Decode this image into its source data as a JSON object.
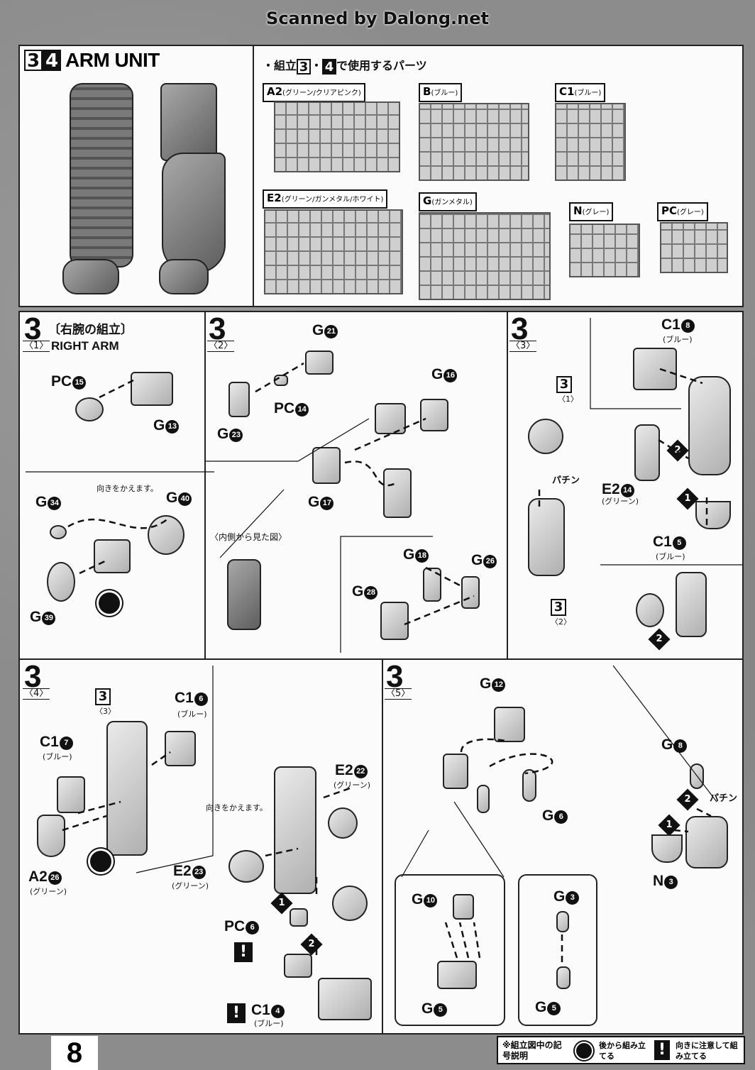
{
  "header": {
    "scan_credit": "Scanned by Dalong.net"
  },
  "arm_unit": {
    "step_a": "3",
    "step_b": "4",
    "title": "ARM UNIT"
  },
  "parts_used": {
    "prefix": "・組立",
    "n1": "3",
    "dot": "・",
    "n2": "4",
    "suffix": "で使用するパーツ",
    "sprues": [
      {
        "code": "A2",
        "desc": "(グリーン/クリアピンク)"
      },
      {
        "code": "B",
        "desc": "(ブルー)"
      },
      {
        "code": "C1",
        "desc": "(ブルー)"
      },
      {
        "code": "E2",
        "desc": "(グリーン/ガンメタル/ホワイト)"
      },
      {
        "code": "G",
        "desc": "(ガンメタル)"
      },
      {
        "code": "N",
        "desc": "(グレー)"
      },
      {
        "code": "PC",
        "desc": "(グレー)"
      }
    ]
  },
  "step_3_1": {
    "num": "3",
    "sub": "〈1〉",
    "title_jp": "〔右腕の組立〕",
    "title_en": "RIGHT ARM",
    "labels": [
      "PC",
      "G",
      "G",
      "G",
      "G"
    ],
    "circ": [
      "15",
      "13",
      "34",
      "40",
      "39"
    ],
    "note": "向きをかえます。"
  },
  "step_3_2": {
    "num": "3",
    "sub": "〈2〉",
    "labels": [
      "G",
      "G",
      "PC",
      "G",
      "G",
      "G",
      "G",
      "G"
    ],
    "circ": [
      "21",
      "23",
      "14",
      "16",
      "17",
      "18",
      "26",
      "28"
    ],
    "inside_view": "〈内側から見た図〉"
  },
  "step_3_3": {
    "num": "3",
    "sub": "〈3〉",
    "ref_top": "3",
    "ref_top_sub": "〈1〉",
    "ref_bottom": "3",
    "ref_bottom_sub": "〈2〉",
    "c1_8": {
      "label": "C1",
      "circ": "8",
      "color": "(ブルー)"
    },
    "e2_14": {
      "label": "E2",
      "circ": "14",
      "color": "(グリーン)"
    },
    "c1_5": {
      "label": "C1",
      "circ": "5",
      "color": "(ブルー)"
    },
    "snap": "パチン",
    "arrow1": "1",
    "arrow2": "2",
    "arrow2b": "2"
  },
  "step_3_4": {
    "num": "3",
    "sub": "〈4〉",
    "ref": "3",
    "ref_sub": "〈3〉",
    "c1_6": {
      "label": "C1",
      "circ": "6",
      "color": "(ブルー)"
    },
    "c1_7": {
      "label": "C1",
      "circ": "7",
      "color": "(ブルー)"
    },
    "a2_26": {
      "label": "A2",
      "circ": "26",
      "color": "(グリーン)"
    },
    "e2_22": {
      "label": "E2",
      "circ": "22",
      "color": "(グリーン)"
    },
    "e2_23": {
      "label": "E2",
      "circ": "23",
      "color": "(グリーン)"
    },
    "pc_6": {
      "label": "PC",
      "circ": "6"
    },
    "c1_4": {
      "label": "C1",
      "circ": "4",
      "color": "(ブルー)"
    },
    "note": "向きをかえます。",
    "arrow1": "1",
    "arrow2": "2",
    "warn": "!"
  },
  "step_3_5": {
    "num": "3",
    "sub": "〈5〉",
    "g12": {
      "label": "G",
      "circ": "12"
    },
    "g6": {
      "label": "G",
      "circ": "6"
    },
    "g8": {
      "label": "G",
      "circ": "8"
    },
    "n3": {
      "label": "N",
      "circ": "3"
    },
    "g10": {
      "label": "G",
      "circ": "10"
    },
    "g5a": {
      "label": "G",
      "circ": "5"
    },
    "g3": {
      "label": "G",
      "circ": "3"
    },
    "g5b": {
      "label": "G",
      "circ": "5"
    },
    "snap": "パチン",
    "arrow1": "1",
    "arrow2": "2"
  },
  "footer": {
    "page": "8",
    "legend_title": "※組立図中の記号説明",
    "legend_disc": "後から組み立てる",
    "legend_warn": "向きに注意して組み立てる",
    "warn_glyph": "!"
  }
}
